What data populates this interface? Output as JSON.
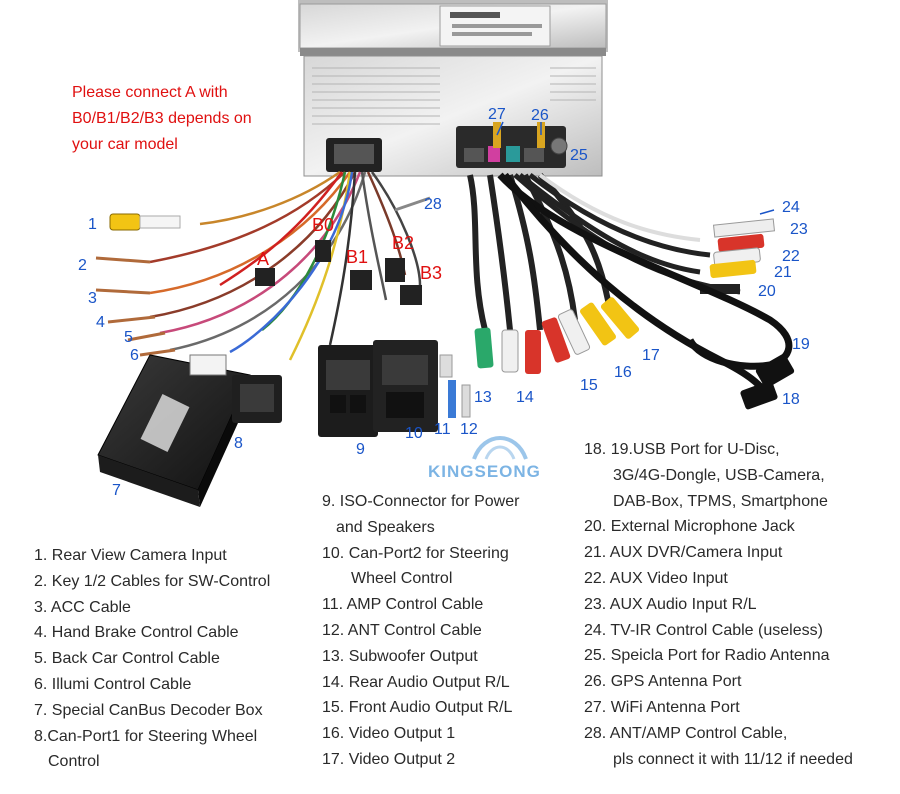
{
  "note": {
    "lines": [
      "Please connect A with",
      "B0/B1/B2/B3 depends on",
      "your car model"
    ]
  },
  "callouts": {
    "n1": "1",
    "n2": "2",
    "n3": "3",
    "n4": "4",
    "n5": "5",
    "n6": "6",
    "n7": "7",
    "n8": "8",
    "n9": "9",
    "n10": "10",
    "n11": "11",
    "n12": "12",
    "n13": "13",
    "n14": "14",
    "n15": "15",
    "n16": "16",
    "n17": "17",
    "n18": "18",
    "n19": "19",
    "n20": "20",
    "n21": "21",
    "n22": "22",
    "n23": "23",
    "n24": "24",
    "n25": "25",
    "n26": "26",
    "n27": "27",
    "n28": "28"
  },
  "connector_labels": {
    "a": "A",
    "b0": "B0",
    "b1": "B1",
    "b2": "B2",
    "b3": "B3"
  },
  "brand": "KINGSEONG",
  "legend": {
    "col1": [
      "1. Rear View Camera Input",
      "2. Key 1/2 Cables for SW-Control",
      "3. ACC Cable",
      "4. Hand Brake Control Cable",
      "5. Back Car Control Cable",
      "6. Illumi Control Cable",
      "7. Special CanBus Decoder Box",
      "8.Can-Port1 for Steering Wheel",
      "Control"
    ],
    "col2": [
      "9. ISO-Connector for Power",
      "and Speakers",
      "10. Can-Port2 for Steering",
      "Wheel Control",
      "11. AMP Control Cable",
      "12. ANT Control Cable",
      "13. Subwoofer Output",
      "14. Rear Audio Output R/L",
      "15. Front Audio Output R/L",
      "16. Video Output 1",
      "17. Video Output 2"
    ],
    "col3": [
      "18. 19.USB Port for U-Disc,",
      "3G/4G-Dongle, USB-Camera,",
      "DAB-Box, TPMS, Smartphone",
      "20. External Microphone Jack",
      "21. AUX DVR/Camera Input",
      "22. AUX Video Input",
      "23. AUX Audio Input R/L",
      "24. TV-IR Control Cable (useless)",
      "25. Speicla Port for Radio Antenna",
      "26. GPS Antenna Port",
      "27. WiFi Antenna Port",
      "28. ANT/AMP Control Cable,",
      "pls connect it with 11/12 if needed"
    ]
  },
  "colors": {
    "callout": "#1a55c8",
    "note": "#e01010",
    "rca_yellow": "#f2c414",
    "rca_red": "#d8342a",
    "rca_white": "#f0f0f0",
    "rca_green": "#2aa86a",
    "rca_black": "#333333"
  }
}
